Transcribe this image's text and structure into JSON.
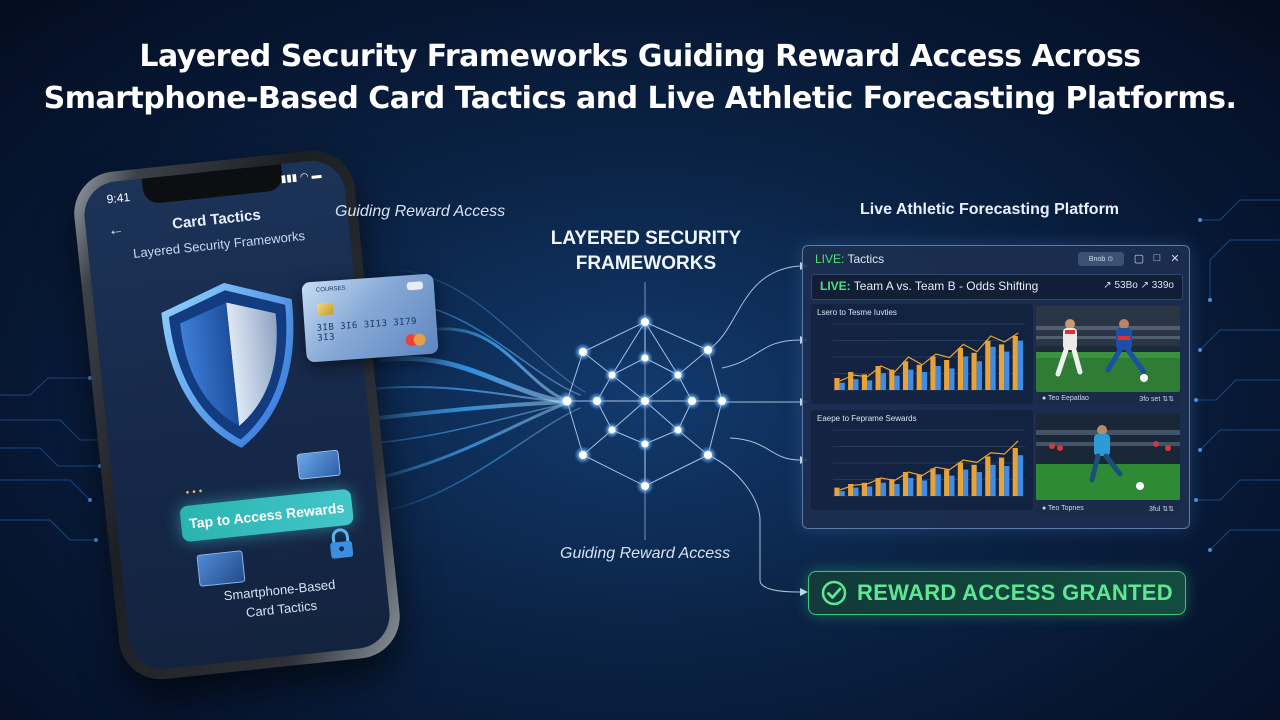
{
  "headline": {
    "line1": "Layered Security Frameworks Guiding Reward Access Across",
    "line2": "Smartphone-Based Card Tactics and Live Athletic Forecasting Platforms."
  },
  "phone": {
    "time": "9:41",
    "status_icons": "▮▮▮ ◠ ▬",
    "title": "Card Tactics",
    "subtitle": "Layered Security Frameworks",
    "cta_label": "Tap to Access Rewards",
    "footer_line1": "Smartphone-Based",
    "footer_line2": "Card Tactics",
    "page_dots": "•••"
  },
  "floating_card": {
    "number": "3IB 3I6 3I13 3I79 3I3",
    "bank": "COURSES"
  },
  "labels": {
    "left_flow": "Guiding Reward Access",
    "bottom_flow": "Guiding Reward Access",
    "hub_line1": "LAYERED SECURITY",
    "hub_line2": "FRAMEWORKS",
    "platform": "Live Athletic Forecasting Platform"
  },
  "dashboard": {
    "window_live": "LIVE:",
    "window_title": " Tactics",
    "window_pill": "Bnob ⊙",
    "header_live": "LIVE:",
    "header_text": " Team A vs. Team B - Odds Shifting",
    "header_odds": "↗ 53Bo ↗ 339o",
    "chart1_title": "Lsero to Tesme Iuvties",
    "chart2_title": "Eaepe to Feprame Sewards",
    "photo1_left": "● Teo Eepatlao",
    "photo1_right": "3fo set ⇅⇅",
    "photo2_left": "● Teo Topnes",
    "photo2_right": "3ful ⇅⇅"
  },
  "granted_label": "REWARD ACCESS GRANTED",
  "chart_data": [
    {
      "type": "bar",
      "title": "Lsero to Tesme Iuvties",
      "series": [
        {
          "values": [
            20,
            30,
            26,
            40,
            34,
            48,
            42,
            56,
            50,
            70,
            62,
            82,
            76,
            90
          ]
        },
        {
          "values": [
            12,
            18,
            16,
            28,
            24,
            34,
            30,
            40,
            36,
            56,
            48,
            72,
            64,
            82
          ]
        }
      ],
      "line": [
        15,
        25,
        22,
        40,
        30,
        55,
        42,
        60,
        54,
        76,
        64,
        90,
        80,
        95
      ],
      "ylim": [
        0,
        110
      ]
    },
    {
      "type": "bar",
      "title": "Eaepe to Feprame Sewards",
      "series": [
        {
          "values": [
            14,
            20,
            22,
            30,
            28,
            40,
            36,
            46,
            44,
            56,
            52,
            66,
            64,
            80
          ]
        },
        {
          "values": [
            8,
            14,
            16,
            22,
            20,
            30,
            26,
            36,
            34,
            44,
            40,
            52,
            50,
            68
          ]
        }
      ],
      "line": [
        10,
        18,
        20,
        30,
        26,
        40,
        34,
        48,
        44,
        60,
        56,
        72,
        70,
        92
      ],
      "ylim": [
        0,
        110
      ]
    }
  ],
  "colors": {
    "accent_green": "#4ee07a",
    "cta_teal": "#2ab4b0",
    "bar_orange": "#e8a23a",
    "bar_blue": "#3d8ee8"
  }
}
